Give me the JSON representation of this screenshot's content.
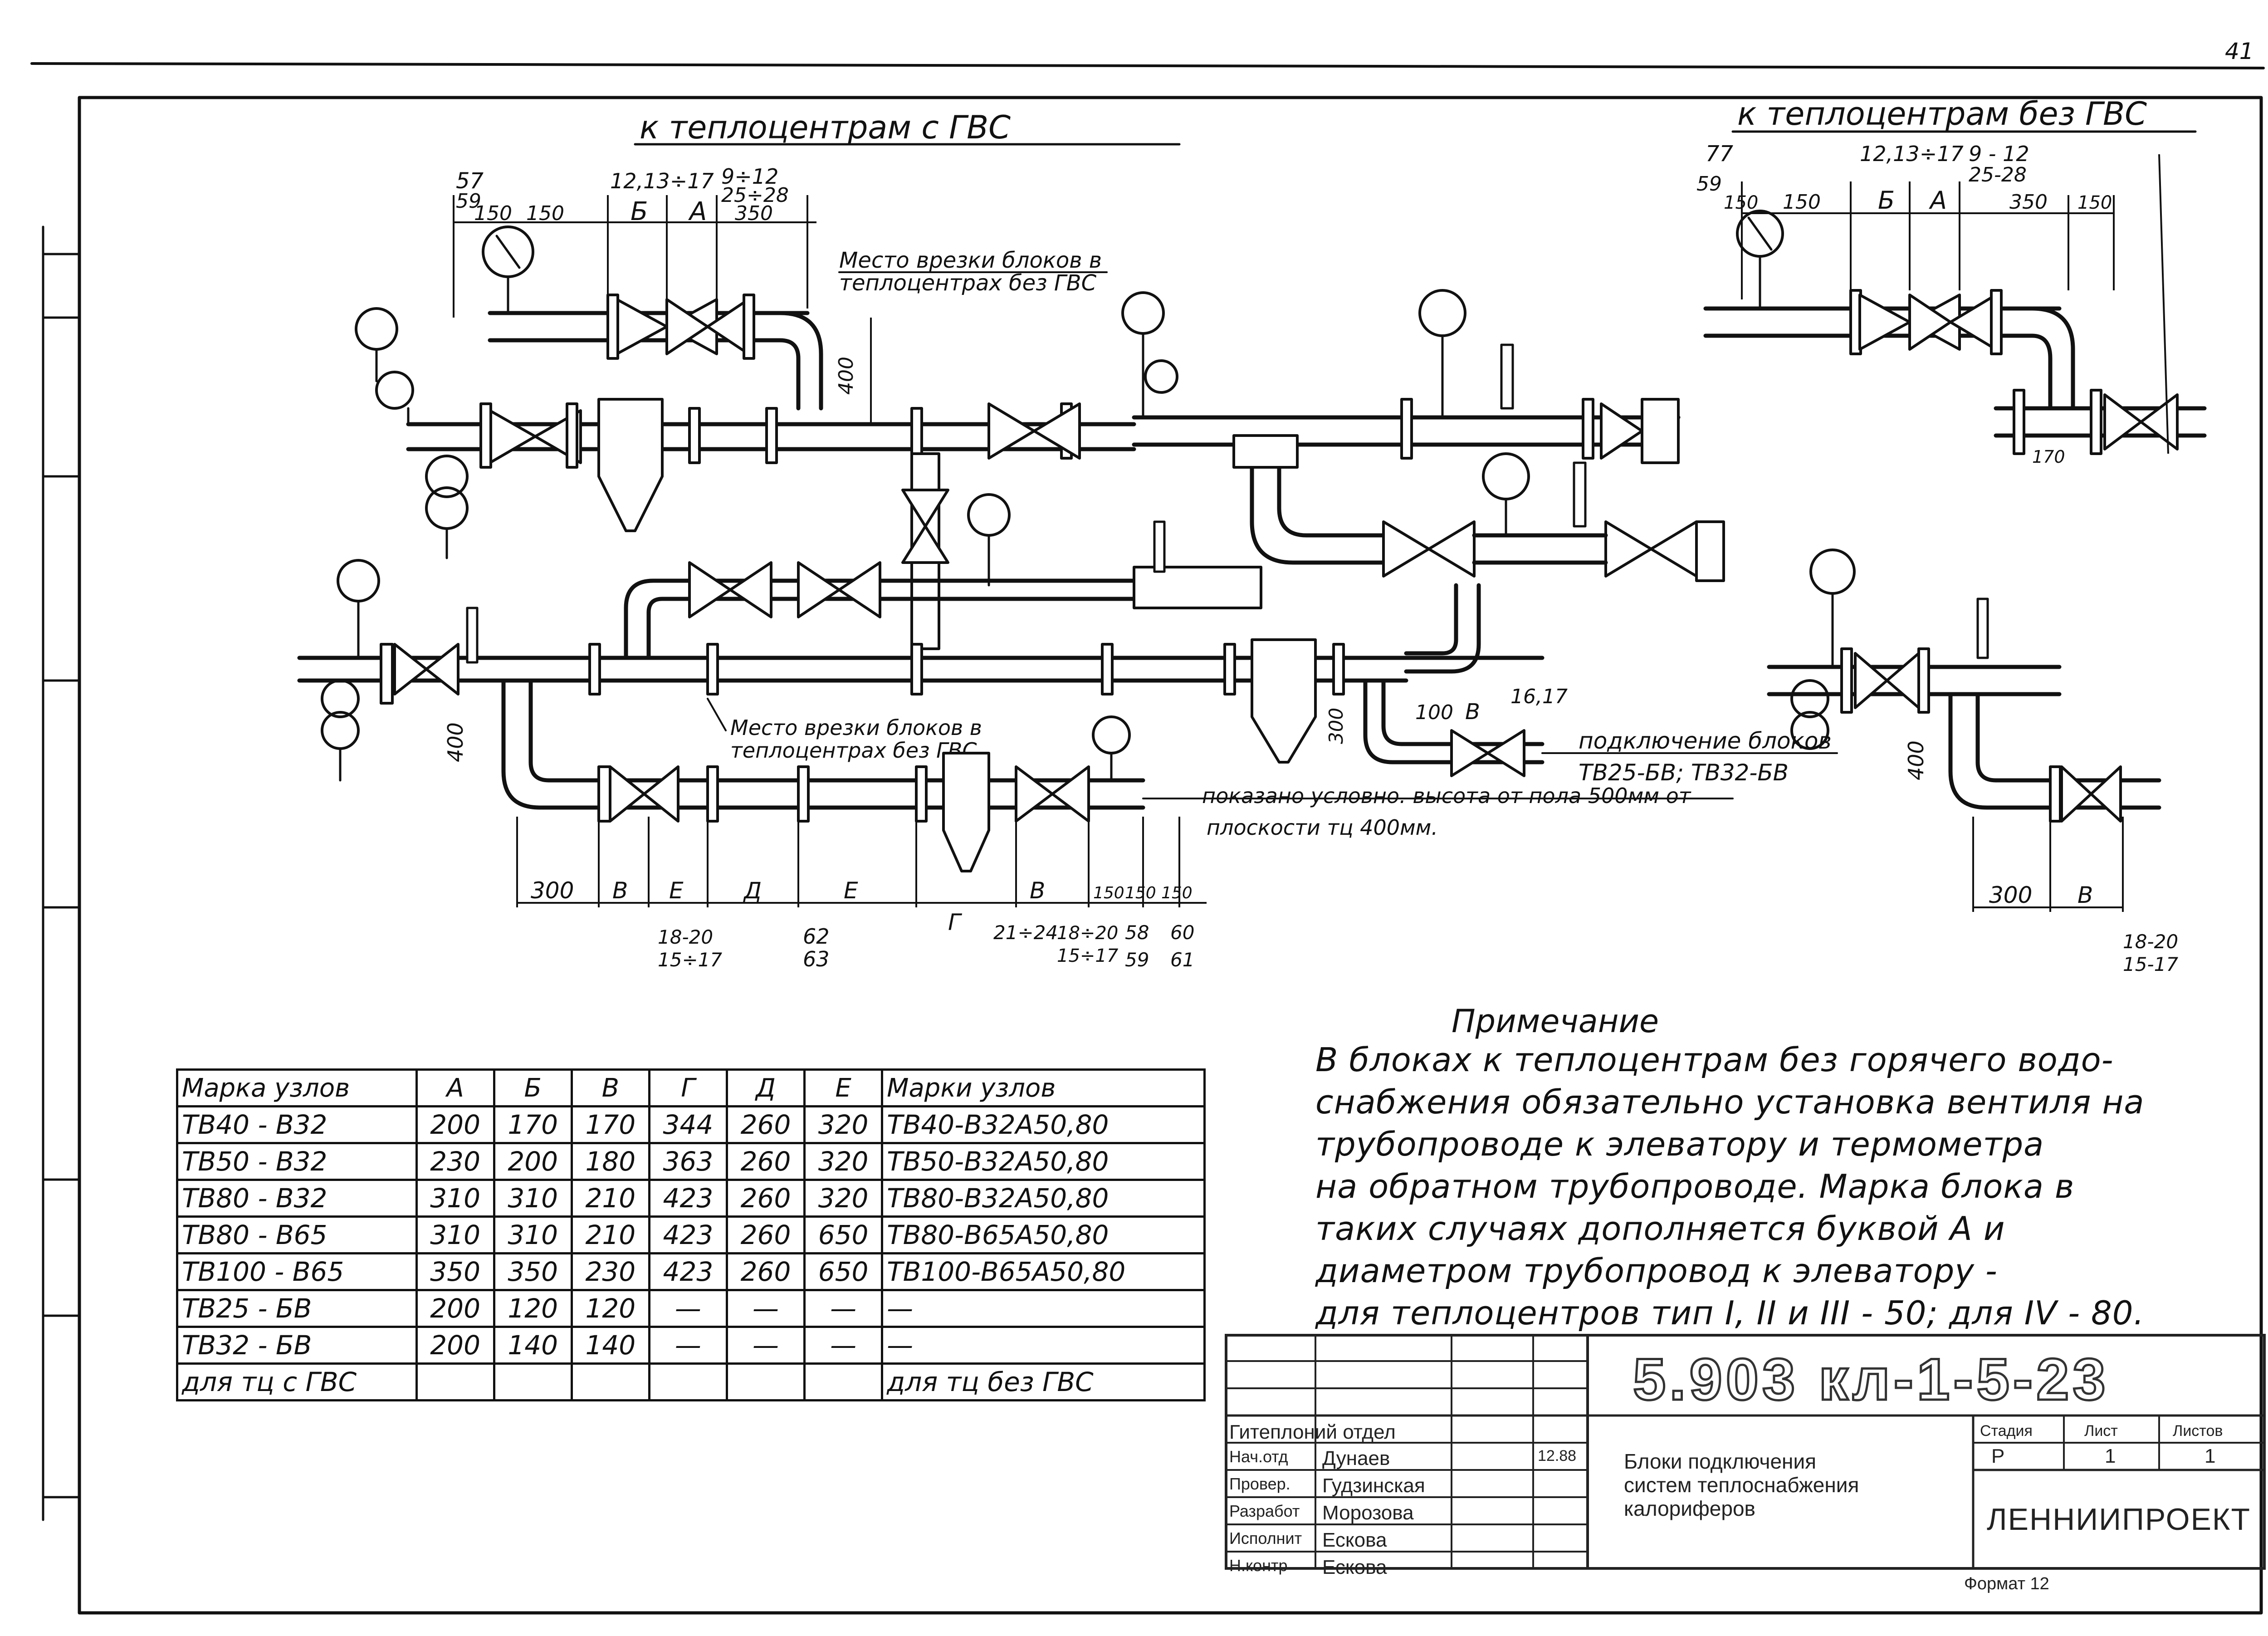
{
  "sheet": {
    "page_number": "41",
    "format_label": "Формат 12"
  },
  "headers": {
    "with_gvs": "к теплоцентрам с ГВС",
    "without_gvs": "к теплоцентрам без ГВС"
  },
  "labels": {
    "insert_point_no_gvs": [
      "Место врезки блоков в",
      "теплоцентрах без ГВС"
    ],
    "insert_point_gvs": [
      "Место врезки блоков в",
      "теплоцентрах без ГВС"
    ],
    "connection_blocks": [
      "подключение блоков",
      "ТВ25-БВ; ТВ32-БВ"
    ],
    "shown_conventionally": [
      "показано условно. высота от пола 500мм от",
      "плоскости тц 400мм."
    ]
  },
  "dimensions": {
    "top_left": [
      "57",
      "59",
      "150",
      "150",
      "12,13÷17",
      "Б",
      "А",
      "9÷12",
      "25÷28",
      "350",
      "400"
    ],
    "top_right": [
      "77",
      "59",
      "150",
      "150",
      "12,13÷17",
      "Б",
      "А",
      "9 - 12",
      "25-28",
      "350",
      "150",
      "170"
    ],
    "middle": [
      "400",
      "400",
      "100",
      "В",
      "16,17",
      "300"
    ],
    "bottom_left": [
      "300",
      "В",
      "Е",
      "Д",
      "Е",
      "Г",
      "В",
      "150",
      "150",
      "150"
    ],
    "bottom_left_refs": [
      "18-20",
      "15÷17",
      "62",
      "63",
      "21÷24",
      "18÷20",
      "15÷17",
      "58",
      "59",
      "60",
      "61"
    ],
    "bottom_right": [
      "400",
      "300",
      "В",
      "18-20",
      "15-17"
    ]
  },
  "note": {
    "title": "Примечание",
    "lines": [
      "В блоках к теплоцентрам без горячего водо-",
      "снабжения обязательно установка вентиля на",
      "трубопроводе к элеватору и термометра",
      "на обратном трубопроводе. Марка блока в",
      "таких случаях дополняется буквой А и",
      "диаметром трубопровод к элеватору -",
      "для теплоцентров тип I, II и III - 50; для IV - 80."
    ]
  },
  "table": {
    "headers": [
      "Марка узлов",
      "А",
      "Б",
      "В",
      "Г",
      "Д",
      "Е",
      "Марки узлов"
    ],
    "rows": [
      [
        "ТВ40 - В32",
        "200",
        "170",
        "170",
        "344",
        "260",
        "320",
        "ТВ40-В32А50,80"
      ],
      [
        "ТВ50 - В32",
        "230",
        "200",
        "180",
        "363",
        "260",
        "320",
        "ТВ50-В32А50,80"
      ],
      [
        "ТВ80 - В32",
        "310",
        "310",
        "210",
        "423",
        "260",
        "320",
        "ТВ80-В32А50,80"
      ],
      [
        "ТВ80 - В65",
        "310",
        "310",
        "210",
        "423",
        "260",
        "650",
        "ТВ80-В65А50,80"
      ],
      [
        "ТВ100 - В65",
        "350",
        "350",
        "230",
        "423",
        "260",
        "650",
        "ТВ100-В65А50,80"
      ],
      [
        "ТВ25 - БВ",
        "200",
        "120",
        "120",
        "—",
        "—",
        "—",
        "—"
      ],
      [
        "ТВ32 - БВ",
        "200",
        "140",
        "140",
        "—",
        "—",
        "—",
        "—"
      ],
      [
        "для тц с ГВС",
        "",
        "",
        "",
        "",
        "",
        "",
        "для тц без ГВС"
      ]
    ]
  },
  "title_block": {
    "code": "5.903 кл-1-5-23",
    "description": [
      "Блоки подключения",
      "систем теплоснабжения",
      "калориферов"
    ],
    "department": "Гитеплоний отдел",
    "roles": [
      {
        "role": "Нач.отд",
        "name": "Дунаев",
        "date": "12.88"
      },
      {
        "role": "Провер.",
        "name": "Гудзинская",
        "date": ""
      },
      {
        "role": "Разработ",
        "name": "Морозова",
        "date": ""
      },
      {
        "role": "Исполнит",
        "name": "Ескова",
        "date": ""
      },
      {
        "role": "Н.контр",
        "name": "Ескова",
        "date": ""
      }
    ],
    "stage_label": "Стадия",
    "sheet_label": "Лист",
    "sheets_label": "Листов",
    "stage": "Р",
    "sheet": "1",
    "sheets": "1",
    "organization": "ЛЕННИИПРОЕКТ"
  }
}
